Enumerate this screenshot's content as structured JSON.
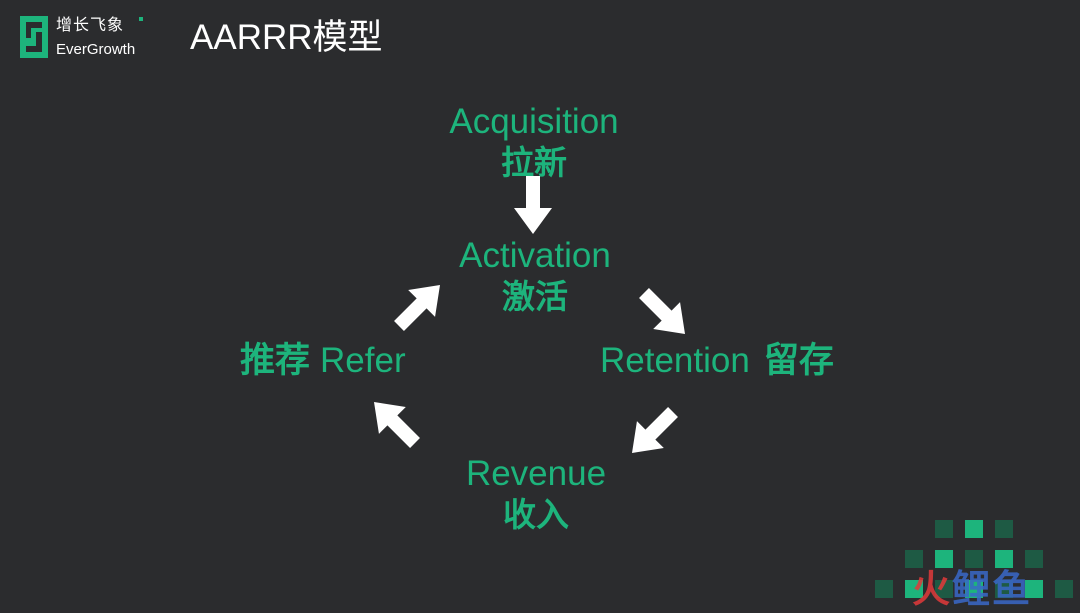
{
  "brand": {
    "name_cn": "增长飞象",
    "name_en": "EverGrowth",
    "accent": "#1db47c"
  },
  "title": "AARRR模型",
  "colors": {
    "background": "#2b2c2e",
    "node_text": "#1db47c",
    "arrow": "#ffffff"
  },
  "nodes": {
    "acquisition": {
      "en": "Acquisition",
      "cn": "拉新"
    },
    "activation": {
      "en": "Activation",
      "cn": "激活"
    },
    "retention": {
      "en": "Retention",
      "cn": "留存"
    },
    "revenue": {
      "en": "Revenue",
      "cn": "收入"
    },
    "refer": {
      "en": "Refer",
      "cn": "推荐"
    }
  },
  "watermark": {
    "chars": [
      "火",
      "鲤",
      "鱼"
    ],
    "icon": "pixel-logo"
  }
}
